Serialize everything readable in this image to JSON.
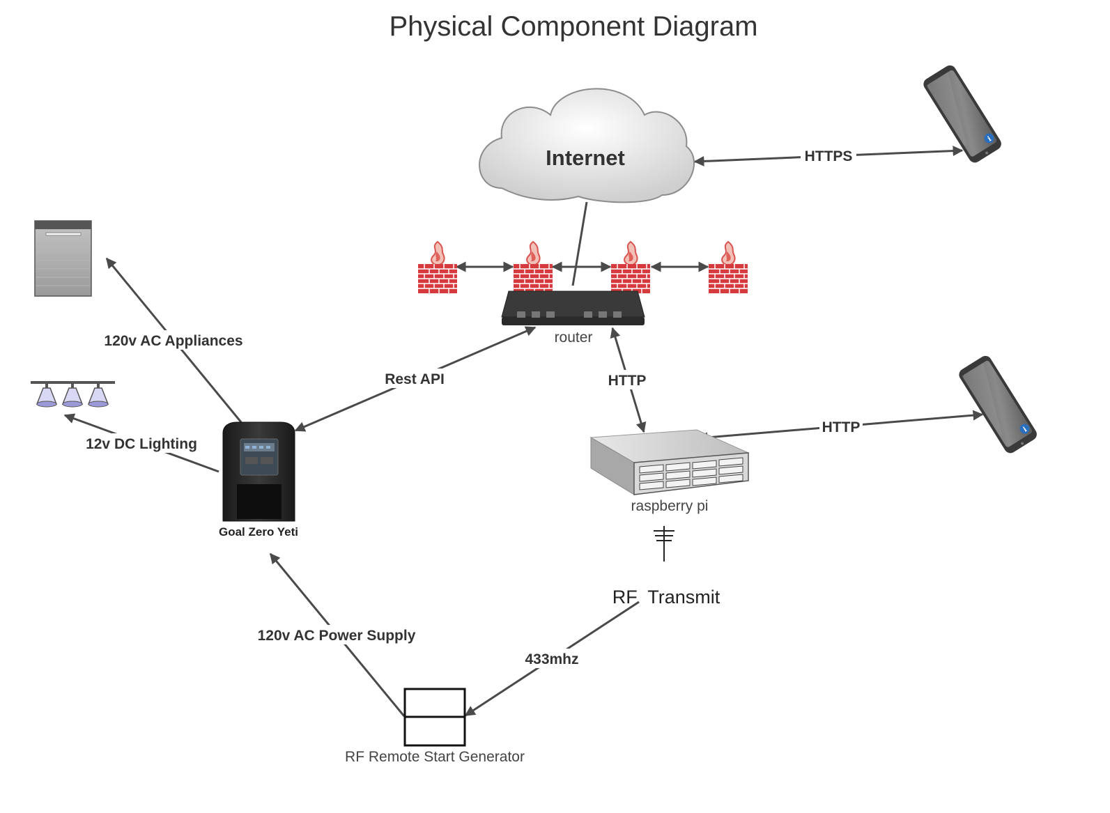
{
  "title": "Physical Component Diagram",
  "nodes": {
    "internet": "Internet",
    "router": "router",
    "raspberry_pi": "raspberry pi",
    "yeti": "Goal Zero Yeti",
    "rf_transmit": "RF  Transmit",
    "generator": "RF Remote Start Generator"
  },
  "edges": {
    "internet_phone": "HTTPS",
    "router_yeti": "Rest API",
    "router_pi": "HTTP",
    "pi_phone": "HTTP",
    "yeti_appliances": "120v AC Appliances",
    "yeti_lighting": "12v DC Lighting",
    "generator_yeti": "120v AC Power Supply",
    "rf_generator": "433mhz"
  },
  "icons": {
    "cloud": "cloud-icon",
    "firewall": "firewall-icon",
    "router": "router-icon",
    "server": "server-icon",
    "ups": "battery-icon",
    "phone": "smartphone-icon",
    "appliance": "appliance-icon",
    "lighting": "light-fixture-icon",
    "antenna": "antenna-icon",
    "generator": "generator-icon"
  },
  "colors": {
    "edge": "#4a4a4a",
    "firewall_brick": "#d63a3e",
    "flame": "#e0605a",
    "info_badge": "#2a6fbd"
  }
}
